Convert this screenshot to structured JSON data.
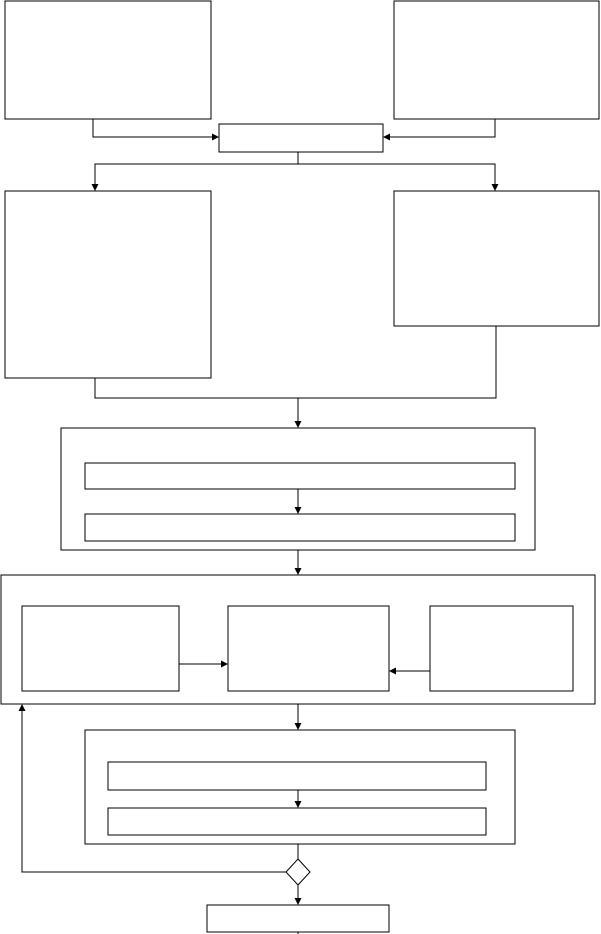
{
  "diagram": {
    "title": "",
    "colors": {
      "stroke": "#000000",
      "fill": "#ffffff",
      "background": "#ffffff"
    },
    "nodes": {
      "input_left": {
        "label": ""
      },
      "input_right": {
        "label": ""
      },
      "merge": {
        "label": ""
      },
      "branch_left": {
        "label": ""
      },
      "branch_right": {
        "label": ""
      },
      "group_a": {
        "label": ""
      },
      "group_a_step1": {
        "label": ""
      },
      "group_a_step2": {
        "label": ""
      },
      "group_b": {
        "label": ""
      },
      "group_b_left": {
        "label": ""
      },
      "group_b_center": {
        "label": ""
      },
      "group_b_right": {
        "label": ""
      },
      "group_c": {
        "label": ""
      },
      "group_c_step1": {
        "label": ""
      },
      "group_c_step2": {
        "label": ""
      },
      "decision": {
        "label": ""
      },
      "output": {
        "label": ""
      }
    },
    "edges": [
      {
        "from": "input_left",
        "to": "merge"
      },
      {
        "from": "input_right",
        "to": "merge"
      },
      {
        "from": "merge",
        "to": "branch_left"
      },
      {
        "from": "merge",
        "to": "branch_right"
      },
      {
        "from": "branch_left",
        "to": "group_a"
      },
      {
        "from": "branch_right",
        "to": "group_a"
      },
      {
        "from": "group_a_step1",
        "to": "group_a_step2"
      },
      {
        "from": "group_a",
        "to": "group_b"
      },
      {
        "from": "group_b_left",
        "to": "group_b_center"
      },
      {
        "from": "group_b_right",
        "to": "group_b_center"
      },
      {
        "from": "group_b",
        "to": "group_c"
      },
      {
        "from": "group_c_step1",
        "to": "group_c_step2"
      },
      {
        "from": "group_c",
        "to": "decision"
      },
      {
        "from": "decision",
        "to": "group_b"
      },
      {
        "from": "decision",
        "to": "output"
      }
    ]
  }
}
